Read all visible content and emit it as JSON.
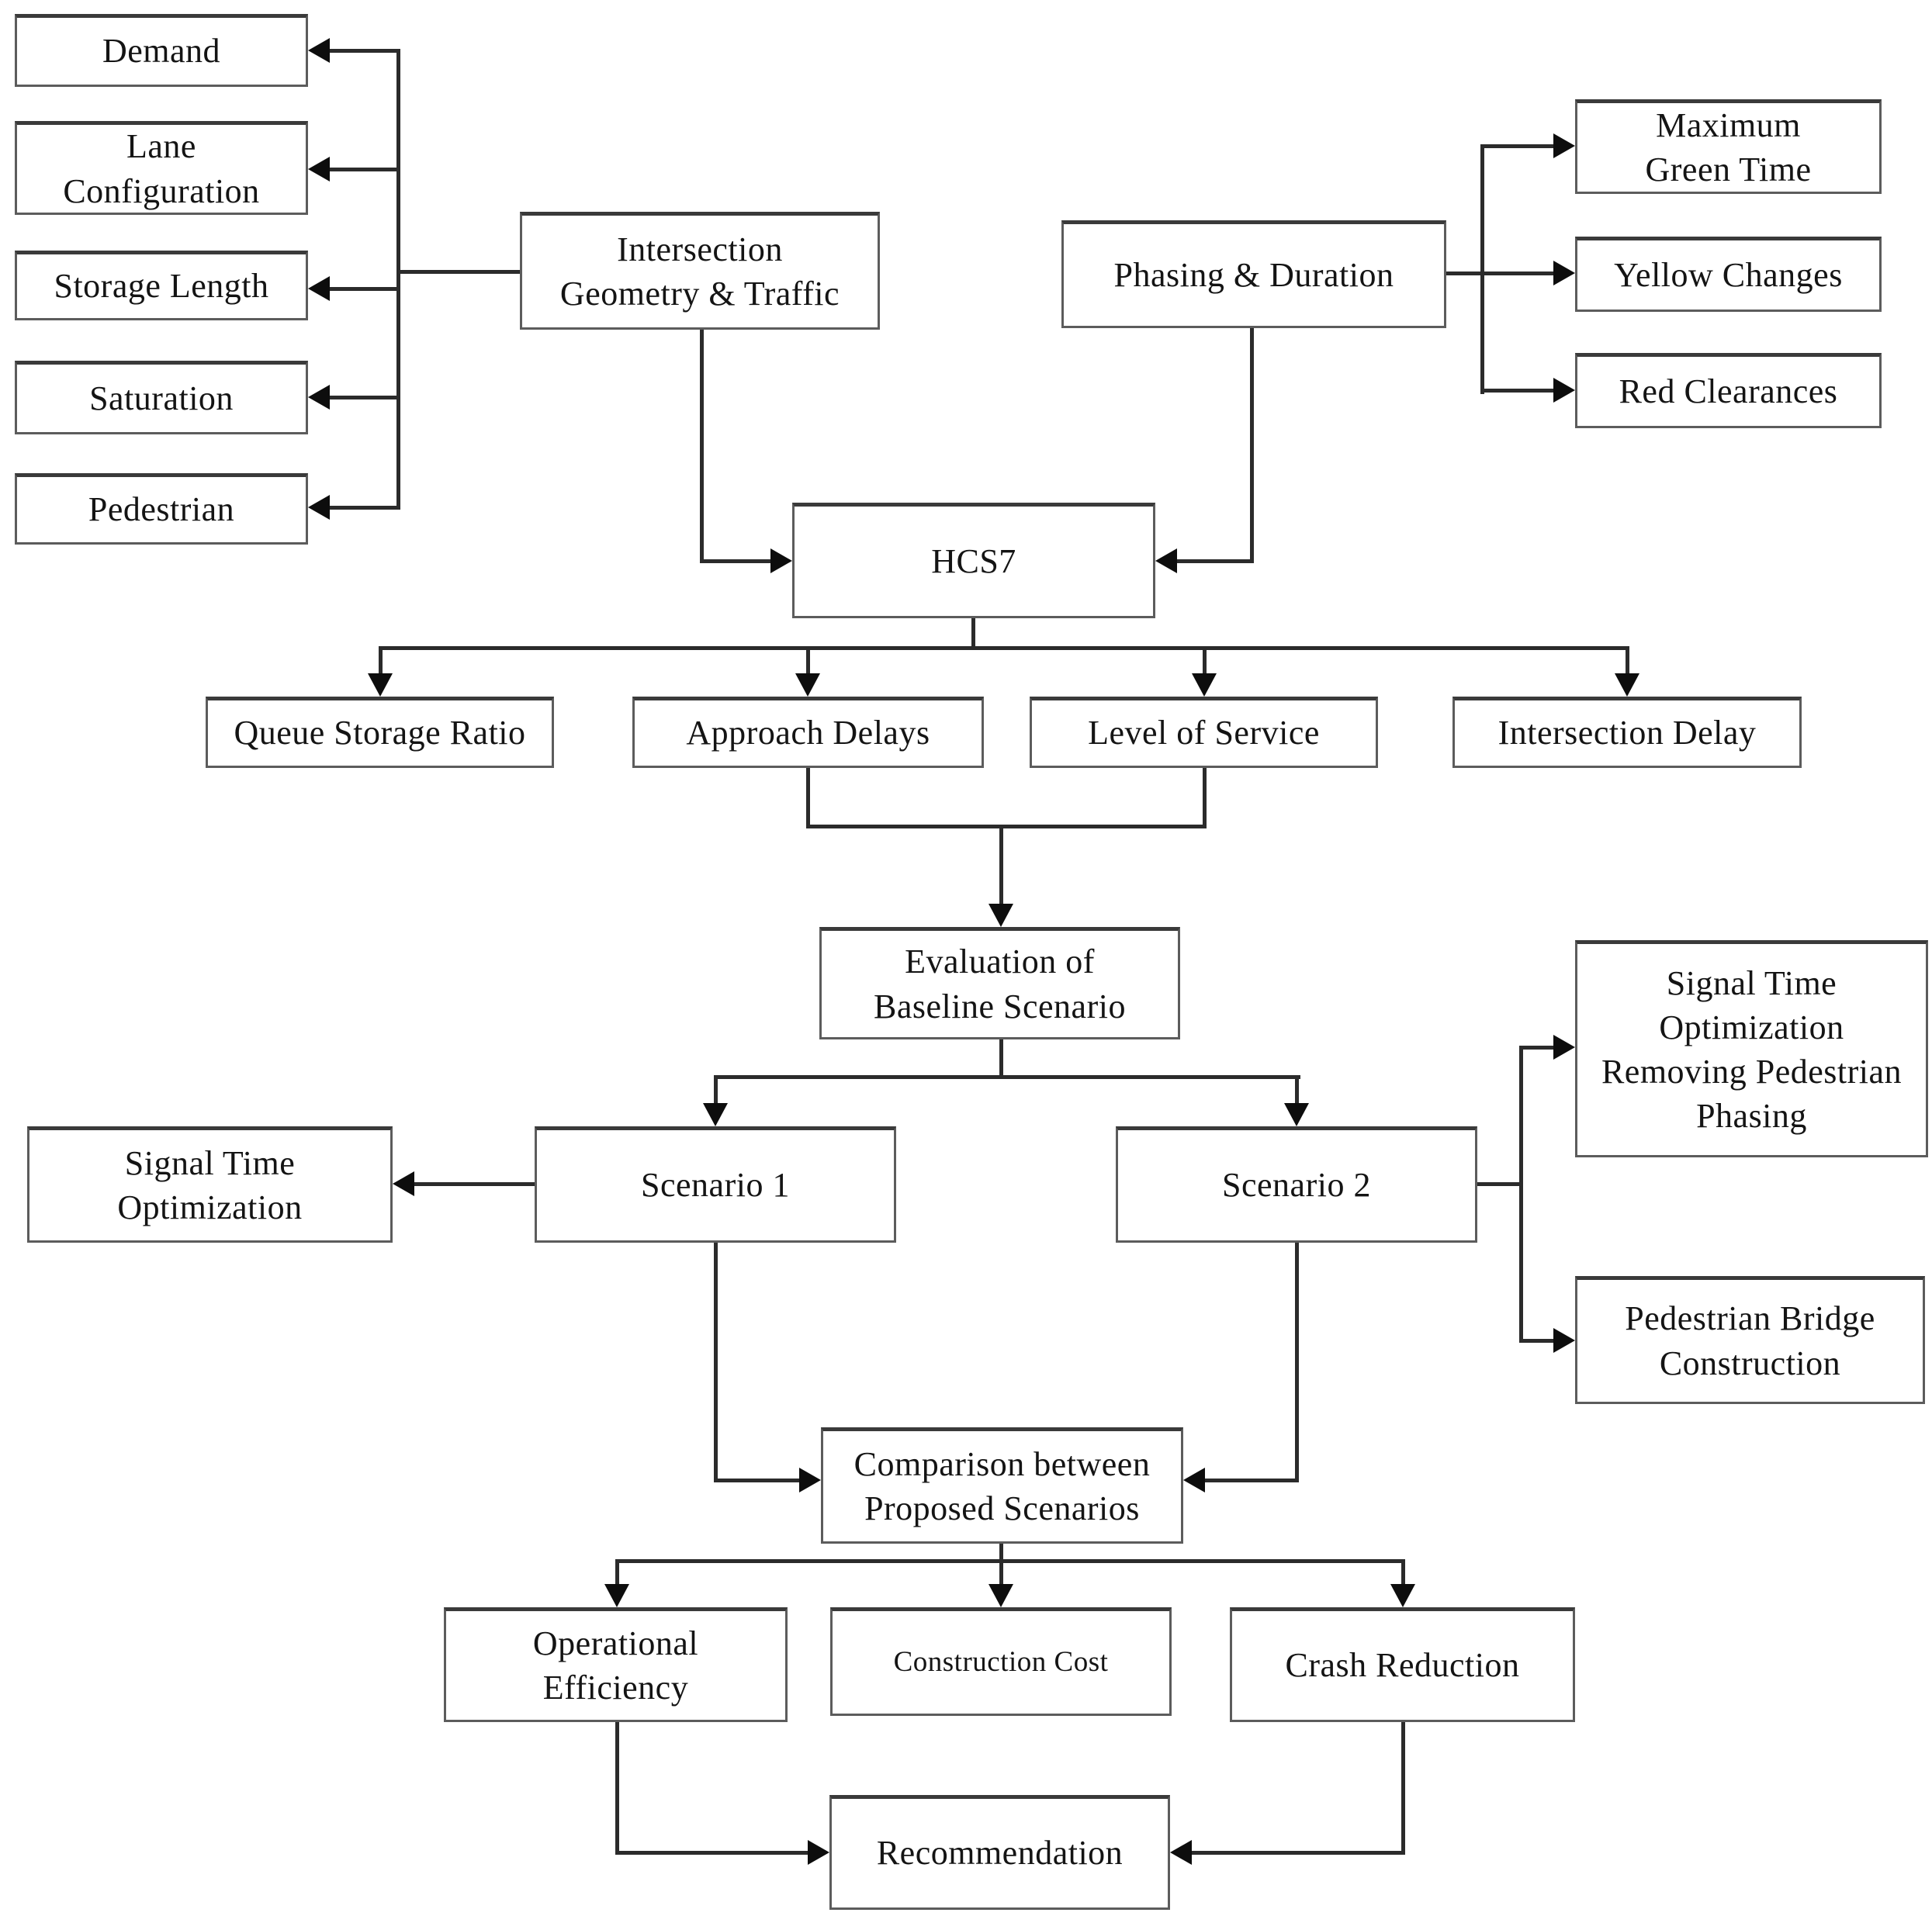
{
  "diagram": {
    "title": "Traffic signal intersection analysis methodology flowchart",
    "type": "flowchart",
    "colors": {
      "background": "#ffffff",
      "box_border": "#5c5c5c",
      "box_border_top": "#3a3a3a",
      "line": "#2b2b2b",
      "arrow": "#0d0d0d",
      "text": "#141414"
    }
  },
  "nodes": {
    "demand": {
      "label": "Demand"
    },
    "lane_configuration": {
      "label": "Lane\nConfiguration"
    },
    "storage_length": {
      "label": "Storage Length"
    },
    "saturation": {
      "label": "Saturation"
    },
    "pedestrian": {
      "label": "Pedestrian"
    },
    "intersection_geometry": {
      "label": "Intersection\nGeometry & Traffic"
    },
    "phasing_duration": {
      "label": "Phasing & Duration"
    },
    "maximum_green_time": {
      "label": "Maximum\nGreen Time"
    },
    "yellow_changes": {
      "label": "Yellow Changes"
    },
    "red_clearances": {
      "label": "Red Clearances"
    },
    "hcs7": {
      "label": "HCS7"
    },
    "queue_storage_ratio": {
      "label": "Queue Storage Ratio"
    },
    "approach_delays": {
      "label": "Approach Delays"
    },
    "level_of_service": {
      "label": "Level of Service"
    },
    "intersection_delay": {
      "label": "Intersection Delay"
    },
    "evaluation_baseline": {
      "label": "Evaluation of\nBaseline Scenario"
    },
    "signal_time_optimization": {
      "label": "Signal Time\nOptimization"
    },
    "scenario_1": {
      "label": "Scenario 1"
    },
    "scenario_2": {
      "label": "Scenario 2"
    },
    "sto_removing_ped": {
      "label": "Signal Time\nOptimization\nRemoving Pedestrian\nPhasing"
    },
    "pedestrian_bridge": {
      "label": "Pedestrian Bridge\nConstruction"
    },
    "comparison": {
      "label": "Comparison between\nProposed Scenarios"
    },
    "operational_efficiency": {
      "label": "Operational\nEfficiency"
    },
    "construction_cost": {
      "label": "Construction Cost"
    },
    "crash_reduction": {
      "label": "Crash Reduction"
    },
    "recommendation": {
      "label": "Recommendation"
    }
  },
  "edges": [
    {
      "from": "intersection_geometry",
      "to": "demand"
    },
    {
      "from": "intersection_geometry",
      "to": "lane_configuration"
    },
    {
      "from": "intersection_geometry",
      "to": "storage_length"
    },
    {
      "from": "intersection_geometry",
      "to": "saturation"
    },
    {
      "from": "intersection_geometry",
      "to": "pedestrian"
    },
    {
      "from": "phasing_duration",
      "to": "maximum_green_time"
    },
    {
      "from": "phasing_duration",
      "to": "yellow_changes"
    },
    {
      "from": "phasing_duration",
      "to": "red_clearances"
    },
    {
      "from": "intersection_geometry",
      "to": "hcs7"
    },
    {
      "from": "phasing_duration",
      "to": "hcs7"
    },
    {
      "from": "hcs7",
      "to": "queue_storage_ratio"
    },
    {
      "from": "hcs7",
      "to": "approach_delays"
    },
    {
      "from": "hcs7",
      "to": "level_of_service"
    },
    {
      "from": "hcs7",
      "to": "intersection_delay"
    },
    {
      "from": "approach_delays",
      "to": "evaluation_baseline"
    },
    {
      "from": "level_of_service",
      "to": "evaluation_baseline"
    },
    {
      "from": "evaluation_baseline",
      "to": "scenario_1"
    },
    {
      "from": "evaluation_baseline",
      "to": "scenario_2"
    },
    {
      "from": "scenario_1",
      "to": "signal_time_optimization"
    },
    {
      "from": "scenario_2",
      "to": "sto_removing_ped"
    },
    {
      "from": "scenario_2",
      "to": "pedestrian_bridge"
    },
    {
      "from": "scenario_1",
      "to": "comparison"
    },
    {
      "from": "scenario_2",
      "to": "comparison"
    },
    {
      "from": "comparison",
      "to": "operational_efficiency"
    },
    {
      "from": "comparison",
      "to": "construction_cost"
    },
    {
      "from": "comparison",
      "to": "crash_reduction"
    },
    {
      "from": "operational_efficiency",
      "to": "recommendation"
    },
    {
      "from": "crash_reduction",
      "to": "recommendation"
    }
  ]
}
